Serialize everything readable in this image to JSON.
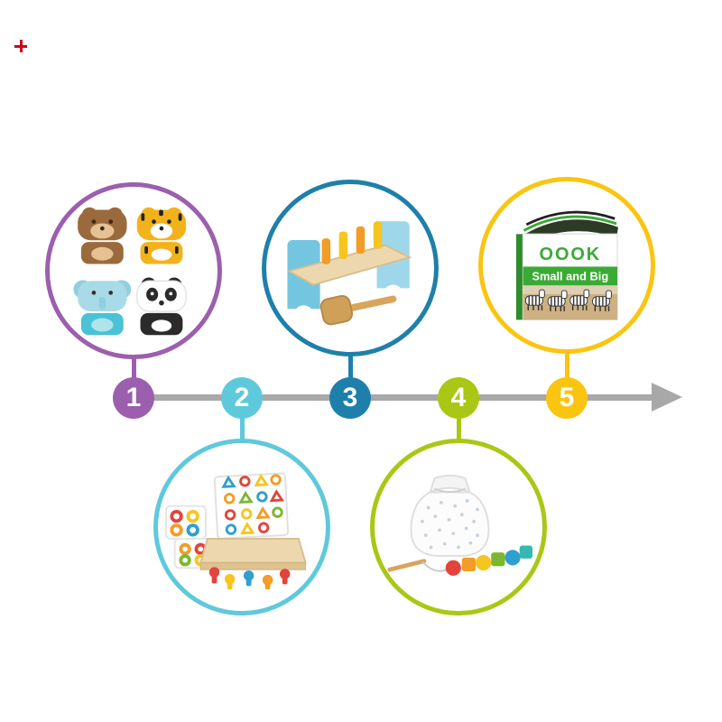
{
  "diagram": {
    "type": "numbered-timeline",
    "arrow_color": "#a8a8a8"
  },
  "corner_mark": {
    "color": "#d0021b"
  },
  "steps": [
    {
      "number": "1",
      "color": "#9c5fae",
      "position": "above",
      "item": "wooden animal stacking blocks",
      "icon": "animal-blocks-icon"
    },
    {
      "number": "2",
      "color": "#5fc9dc",
      "position": "below",
      "item": "mosaic shape peg box",
      "icon": "mosaic-peg-box-icon"
    },
    {
      "number": "3",
      "color": "#1e80aa",
      "position": "above",
      "item": "pounding bench with mallet",
      "icon": "pounding-bench-icon"
    },
    {
      "number": "4",
      "color": "#aac716",
      "position": "below",
      "item": "lacing beads with drawstring bag",
      "icon": "lacing-beads-icon"
    },
    {
      "number": "5",
      "color": "#f9c511",
      "position": "above",
      "item": "zebra board book",
      "icon": "zebra-book-icon"
    }
  ],
  "book": {
    "logo": "OOOK",
    "title": "Small and Big",
    "accent_color": "#3aaa35"
  }
}
